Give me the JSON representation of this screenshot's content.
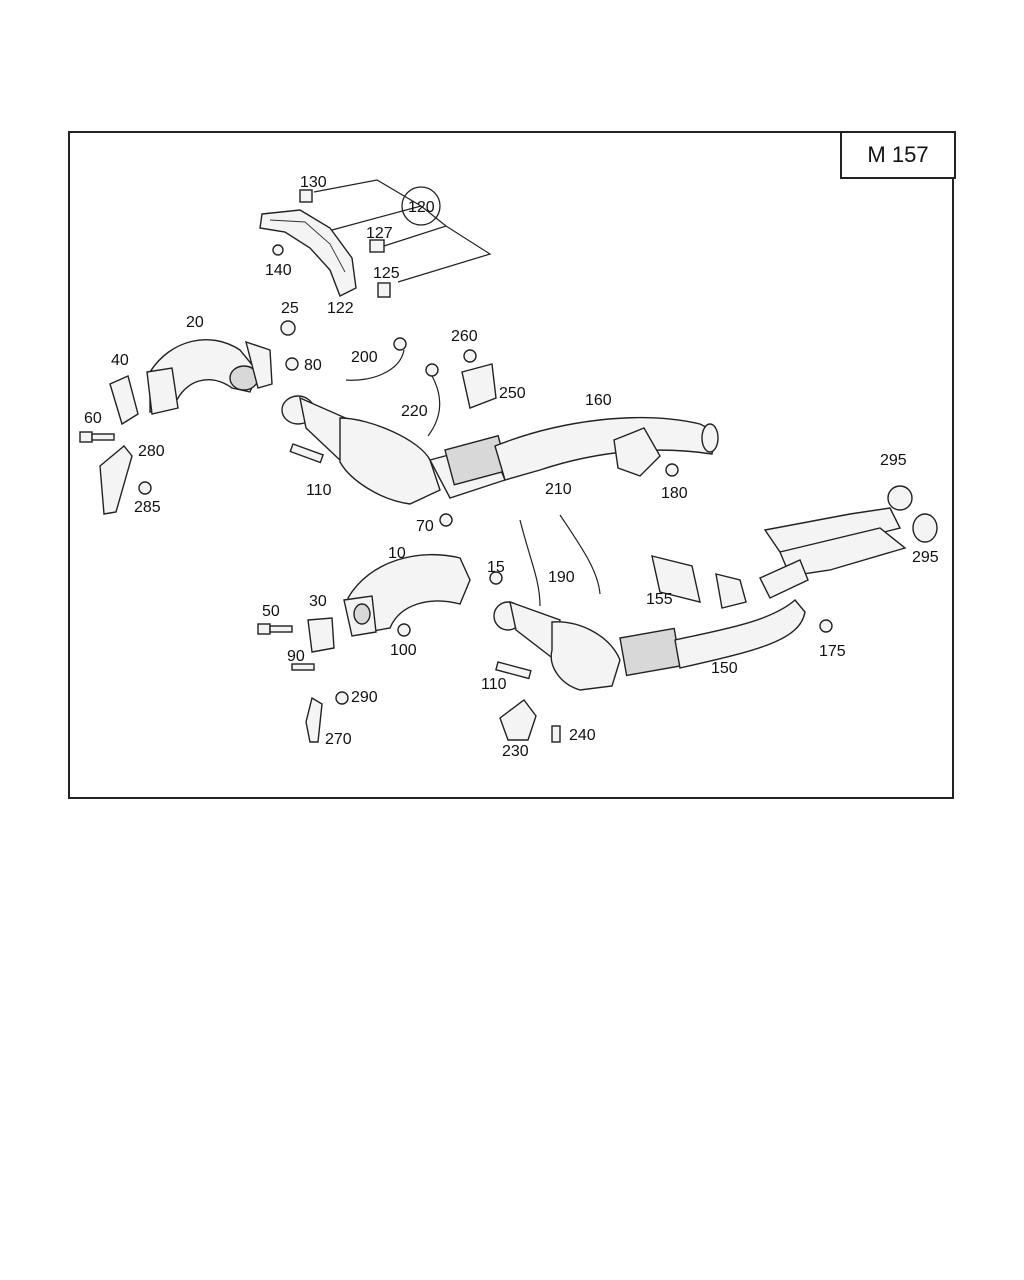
{
  "title": "M 157",
  "callouts": [
    {
      "id": "130",
      "text": "130"
    },
    {
      "id": "120",
      "text": "120"
    },
    {
      "id": "127",
      "text": "127"
    },
    {
      "id": "140",
      "text": "140"
    },
    {
      "id": "125",
      "text": "125"
    },
    {
      "id": "122",
      "text": "122"
    },
    {
      "id": "25",
      "text": "25"
    },
    {
      "id": "20",
      "text": "20"
    },
    {
      "id": "260",
      "text": "260"
    },
    {
      "id": "40",
      "text": "40"
    },
    {
      "id": "200",
      "text": "200"
    },
    {
      "id": "80",
      "text": "80"
    },
    {
      "id": "250",
      "text": "250"
    },
    {
      "id": "160",
      "text": "160"
    },
    {
      "id": "220",
      "text": "220"
    },
    {
      "id": "60",
      "text": "60"
    },
    {
      "id": "280",
      "text": "280"
    },
    {
      "id": "295a",
      "text": "295"
    },
    {
      "id": "110a",
      "text": "110"
    },
    {
      "id": "180",
      "text": "180"
    },
    {
      "id": "285",
      "text": "285"
    },
    {
      "id": "210",
      "text": "210"
    },
    {
      "id": "70",
      "text": "70"
    },
    {
      "id": "295b",
      "text": "295"
    },
    {
      "id": "10",
      "text": "10"
    },
    {
      "id": "15",
      "text": "15"
    },
    {
      "id": "190",
      "text": "190"
    },
    {
      "id": "155",
      "text": "155"
    },
    {
      "id": "30",
      "text": "30"
    },
    {
      "id": "50",
      "text": "50"
    },
    {
      "id": "100",
      "text": "100"
    },
    {
      "id": "175",
      "text": "175"
    },
    {
      "id": "90",
      "text": "90"
    },
    {
      "id": "150",
      "text": "150"
    },
    {
      "id": "110b",
      "text": "110"
    },
    {
      "id": "290",
      "text": "290"
    },
    {
      "id": "270",
      "text": "270"
    },
    {
      "id": "240",
      "text": "240"
    },
    {
      "id": "230",
      "text": "230"
    }
  ]
}
